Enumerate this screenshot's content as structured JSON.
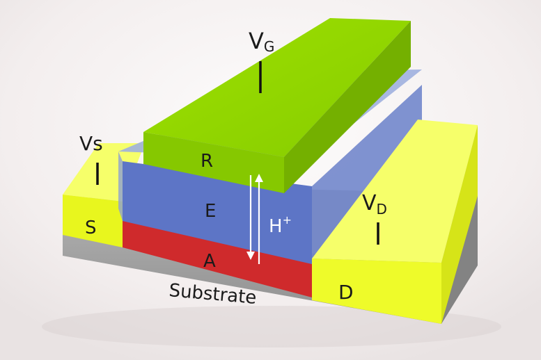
{
  "labels": {
    "gate_main": "V",
    "gate_sub": "G",
    "source_voltage": "Vs",
    "drain_main": "V",
    "drain_sub": "D",
    "source": "S",
    "drain": "D",
    "reservoir": "R",
    "electrolyte": "E",
    "active": "A",
    "proton_main": "H",
    "proton_sup": "+",
    "substrate": "Substrate"
  },
  "colors": {
    "gate_green": "#92d400",
    "electrolyte_blue": "#5f78c8",
    "active_red": "#d42c2e",
    "contact_yellow": "#f2ff2a",
    "substrate_gray": "#a9a9a9"
  }
}
